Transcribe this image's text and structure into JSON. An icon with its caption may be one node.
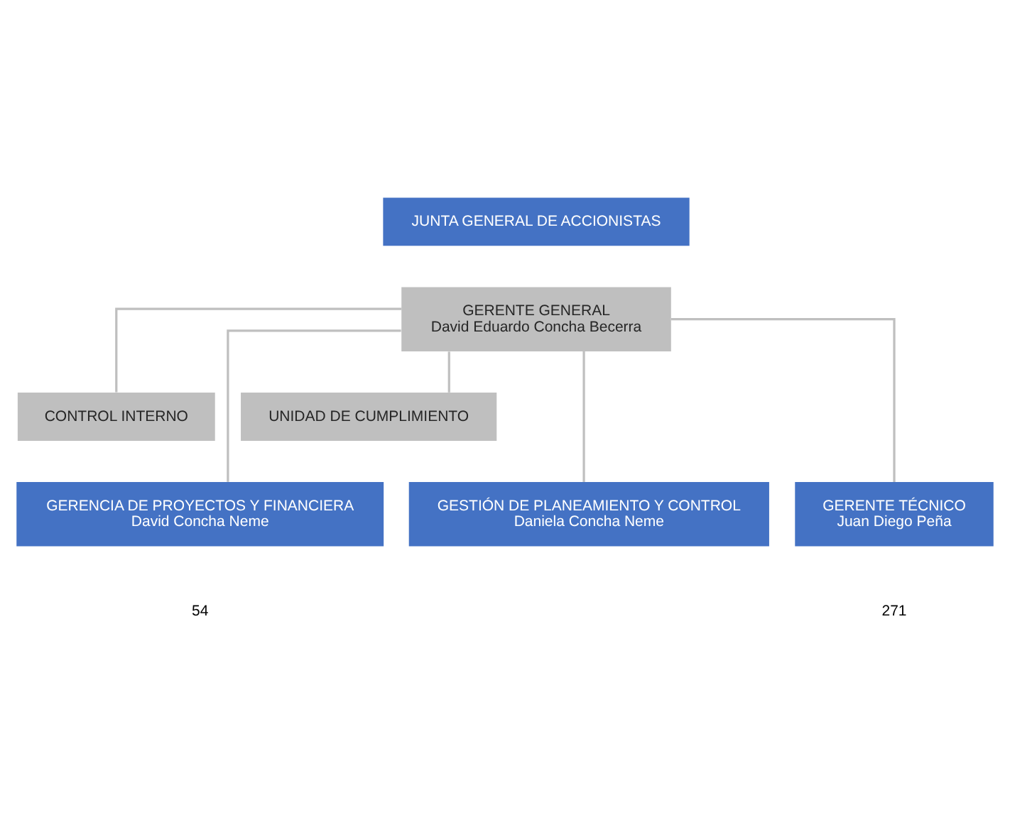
{
  "diagram": {
    "nodes": [
      {
        "text": [
          "JUNTA GENERAL DE ACCIONISTAS"
        ]
      },
      {
        "text": [
          "GERENTE GENERAL",
          "David Eduardo Concha Becerra"
        ]
      },
      {
        "text": [
          "CONTROL INTERNO"
        ]
      },
      {
        "text": [
          "UNIDAD DE CUMPLIMIENTO"
        ]
      },
      {
        "text": [
          "GERENCIA DE PROYECTOS Y FINANCIERA",
          "David Concha Neme"
        ]
      },
      {
        "text": [
          "GESTIÓN DE PLANEAMIENTO Y CONTROL",
          "Daniela Concha Neme"
        ]
      },
      {
        "text": [
          "GERENTE TÉCNICO",
          "Juan Diego Peña"
        ]
      }
    ],
    "edges": [
      {
        "from": 1,
        "to": 2,
        "arrow": "none"
      },
      {
        "from": 1,
        "to": 3,
        "arrow": "none"
      },
      {
        "from": 1,
        "to": 4,
        "arrow": "none"
      },
      {
        "from": 1,
        "to": 5,
        "arrow": "none"
      },
      {
        "from": 1,
        "to": 6,
        "arrow": "none"
      }
    ],
    "labels": [
      "54",
      "271"
    ]
  }
}
